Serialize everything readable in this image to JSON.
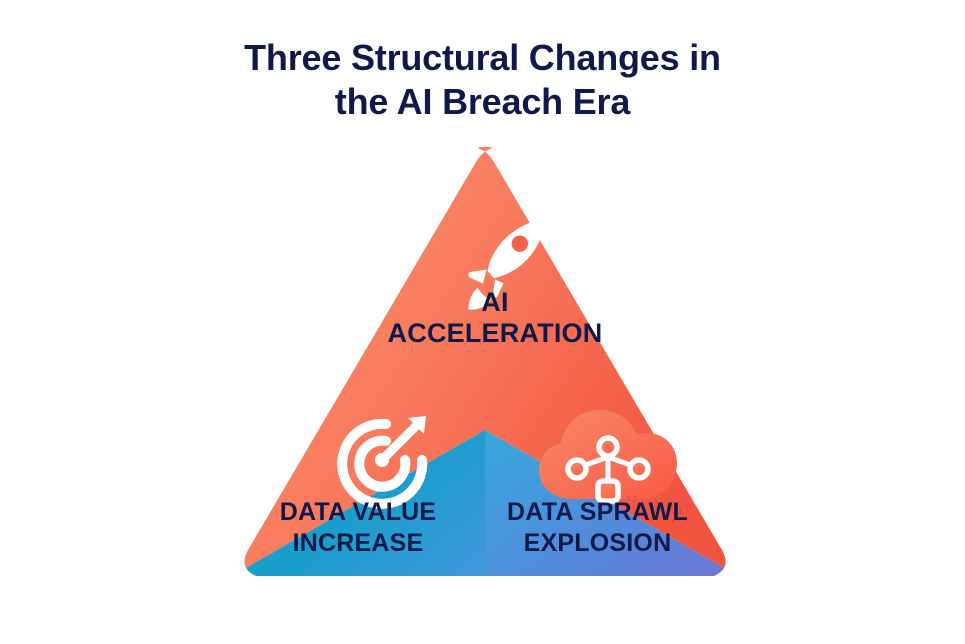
{
  "page": {
    "background_color": "#FFFFFF",
    "title_color": "#101A4A",
    "label_color": "#101A4A"
  },
  "header": {
    "title_line1": "Three Structural Changes in",
    "title_line2": "the AI Breach Era",
    "title_full": "Three Structural Changes in the AI Breach Era"
  },
  "diagram": {
    "type": "triangle-pyramid",
    "segment_count": 3,
    "segments": [
      {
        "id": "ai-acceleration",
        "position": "top",
        "label_line1": "AI",
        "label_line2": "ACCELERATION",
        "icon": "rocket-icon",
        "icon_color": "#FFFFFF",
        "fill_start": "#F9936B",
        "fill_end": "#F2543F"
      },
      {
        "id": "data-value-increase",
        "position": "bottom-left",
        "label_line1": "DATA VALUE",
        "label_line2": "INCREASE",
        "icon": "target-icon",
        "icon_color": "#FFFFFF",
        "fill_start": "#06A2BE",
        "fill_end": "#3C9BD8"
      },
      {
        "id": "data-sprawl-explosion",
        "position": "bottom-right",
        "label_line1": "DATA SPRAWL",
        "label_line2": "EXPLOSION",
        "icon": "cloud-network-icon",
        "icon_color": "#FFFFFF",
        "icon_badge_color": "#F4745E",
        "fill_start": "#3FA3DB",
        "fill_end": "#6E78D6"
      }
    ]
  }
}
